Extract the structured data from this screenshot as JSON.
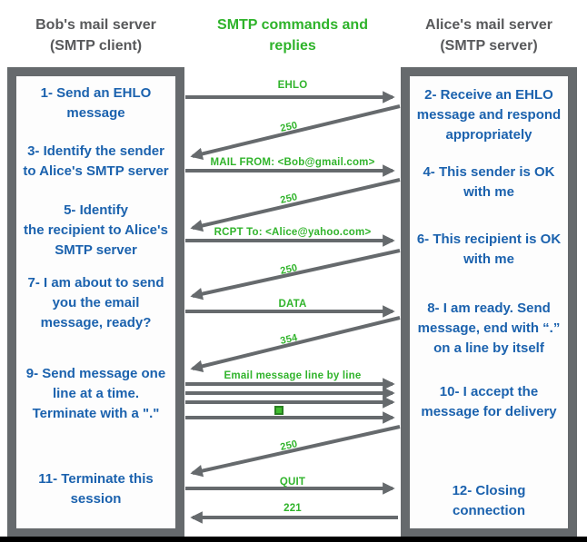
{
  "client": {
    "title_line1": "Bob's mail server",
    "title_line2": "(SMTP client)",
    "steps": [
      "1- Send an EHLO\nmessage",
      "3- Identify the sender\nto Alice's SMTP server",
      "5- Identify\nthe recipient to Alice's\nSMTP server",
      "7- I am about to send\nyou the email\nmessage, ready?",
      "9- Send message one\nline at a time.\nTerminate with a \".\"",
      "11- Terminate this\nsession"
    ]
  },
  "server": {
    "title_line1": "Alice's mail server",
    "title_line2": "(SMTP server)",
    "steps": [
      "2- Receive an EHLO\nmessage and respond\nappropriately",
      "4- This sender is OK\nwith me",
      "6- This recipient is OK\nwith me",
      "8-  I am ready. Send\nmessage, end with “.”\non a line by itself",
      "10-  I accept the\nmessage for delivery",
      "12-  Closing\nconnection"
    ]
  },
  "legend": {
    "line1": "SMTP commands and",
    "line2": "replies"
  },
  "messages": {
    "ehlo": "EHLO",
    "reply_250_1": "250",
    "mail_from": "MAIL FROM: <Bob@gmail.com>",
    "reply_250_2": "250",
    "rcpt_to": "RCPT To: <Alice@yahoo.com>",
    "reply_250_3": "250",
    "data": "DATA",
    "reply_354": "354",
    "email_lines": "Email message line by line",
    "reply_250_4": "250",
    "quit": "QUIT",
    "reply_221": "221"
  },
  "colors": {
    "step_blue": "#1b62ae",
    "label_green": "#31b42c",
    "arrow_gray": "#666a6d",
    "header_gray": "#58595b",
    "bottom_bar_black": "#000000"
  }
}
